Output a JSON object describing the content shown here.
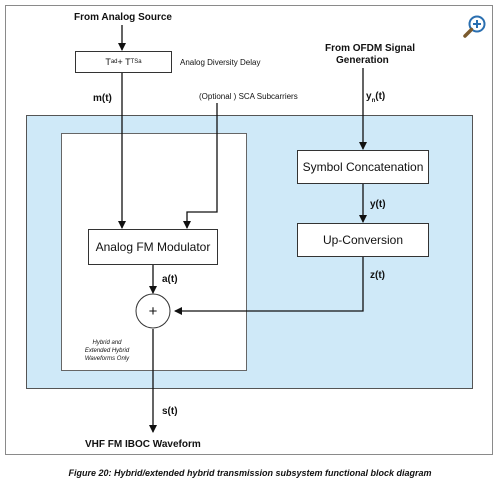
{
  "diagram": {
    "inputs": {
      "analog_source": "From Analog Source",
      "ofdm_source_line1": "From OFDM Signal",
      "ofdm_source_line2": "Generation"
    },
    "delay_box": {
      "main": "T",
      "sub1": "ad",
      "plus": " + T",
      "sub2": "TSa"
    },
    "delay_label": "Analog Diversity Delay",
    "sca_label": "(Optional ) SCA Subcarriers",
    "signals": {
      "m": "m(t)",
      "yn_main": "y",
      "yn_sub": "n",
      "yn_tail": "(t)",
      "y": "y(t)",
      "a": "a(t)",
      "z": "z(t)",
      "s": "s(t)"
    },
    "blocks": {
      "fm_modulator": "Analog FM Modulator",
      "symbol_concat": "Symbol Concatenation",
      "upconversion": "Up-Conversion",
      "summer": "+"
    },
    "note_lines": [
      "Hybrid and",
      "Extended Hybrid",
      "Waveforms Only"
    ],
    "output": "VHF FM IBOC Waveform"
  },
  "caption": "Figure 20: Hybrid/extended hybrid transmission subsystem functional block diagram",
  "colors": {
    "region": "#cfe9f8",
    "line": "#111111"
  }
}
